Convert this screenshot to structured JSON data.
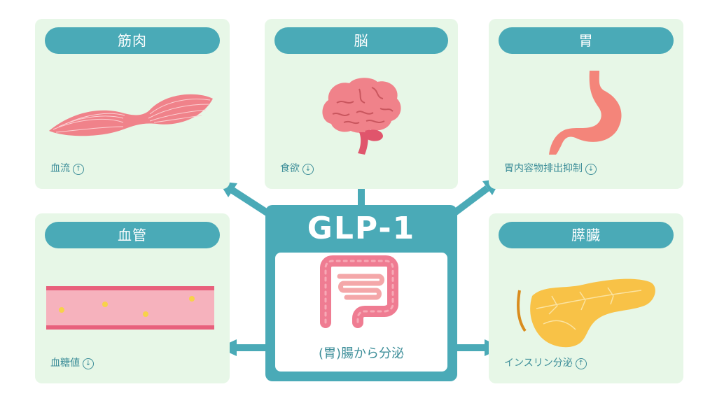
{
  "center": {
    "title": "GLP-1",
    "caption": "(胃)腸から分泌",
    "icon": "intestine-icon"
  },
  "organs": {
    "muscle": {
      "label": "筋肉",
      "effect": "血流",
      "direction_symbol": "↑",
      "icon": "muscle-icon"
    },
    "brain": {
      "label": "脳",
      "effect": "食欲",
      "direction_symbol": "↓",
      "icon": "brain-icon"
    },
    "stomach": {
      "label": "胃",
      "effect": "胃内容物排出抑制",
      "direction_symbol": "↓",
      "icon": "stomach-icon"
    },
    "vessel": {
      "label": "血管",
      "effect": "血糖値",
      "direction_symbol": "↓",
      "icon": "blood-vessel-icon"
    },
    "pancreas": {
      "label": "膵臓",
      "effect": "インスリン分泌",
      "direction_symbol": "↑",
      "icon": "pancreas-icon"
    }
  },
  "colors": {
    "accent": "#4aaab7",
    "card_bg": "#e7f7e7",
    "text": "#3d8e99",
    "organ_pink": "#f0828a",
    "pancreas_yellow": "#f8c247"
  }
}
